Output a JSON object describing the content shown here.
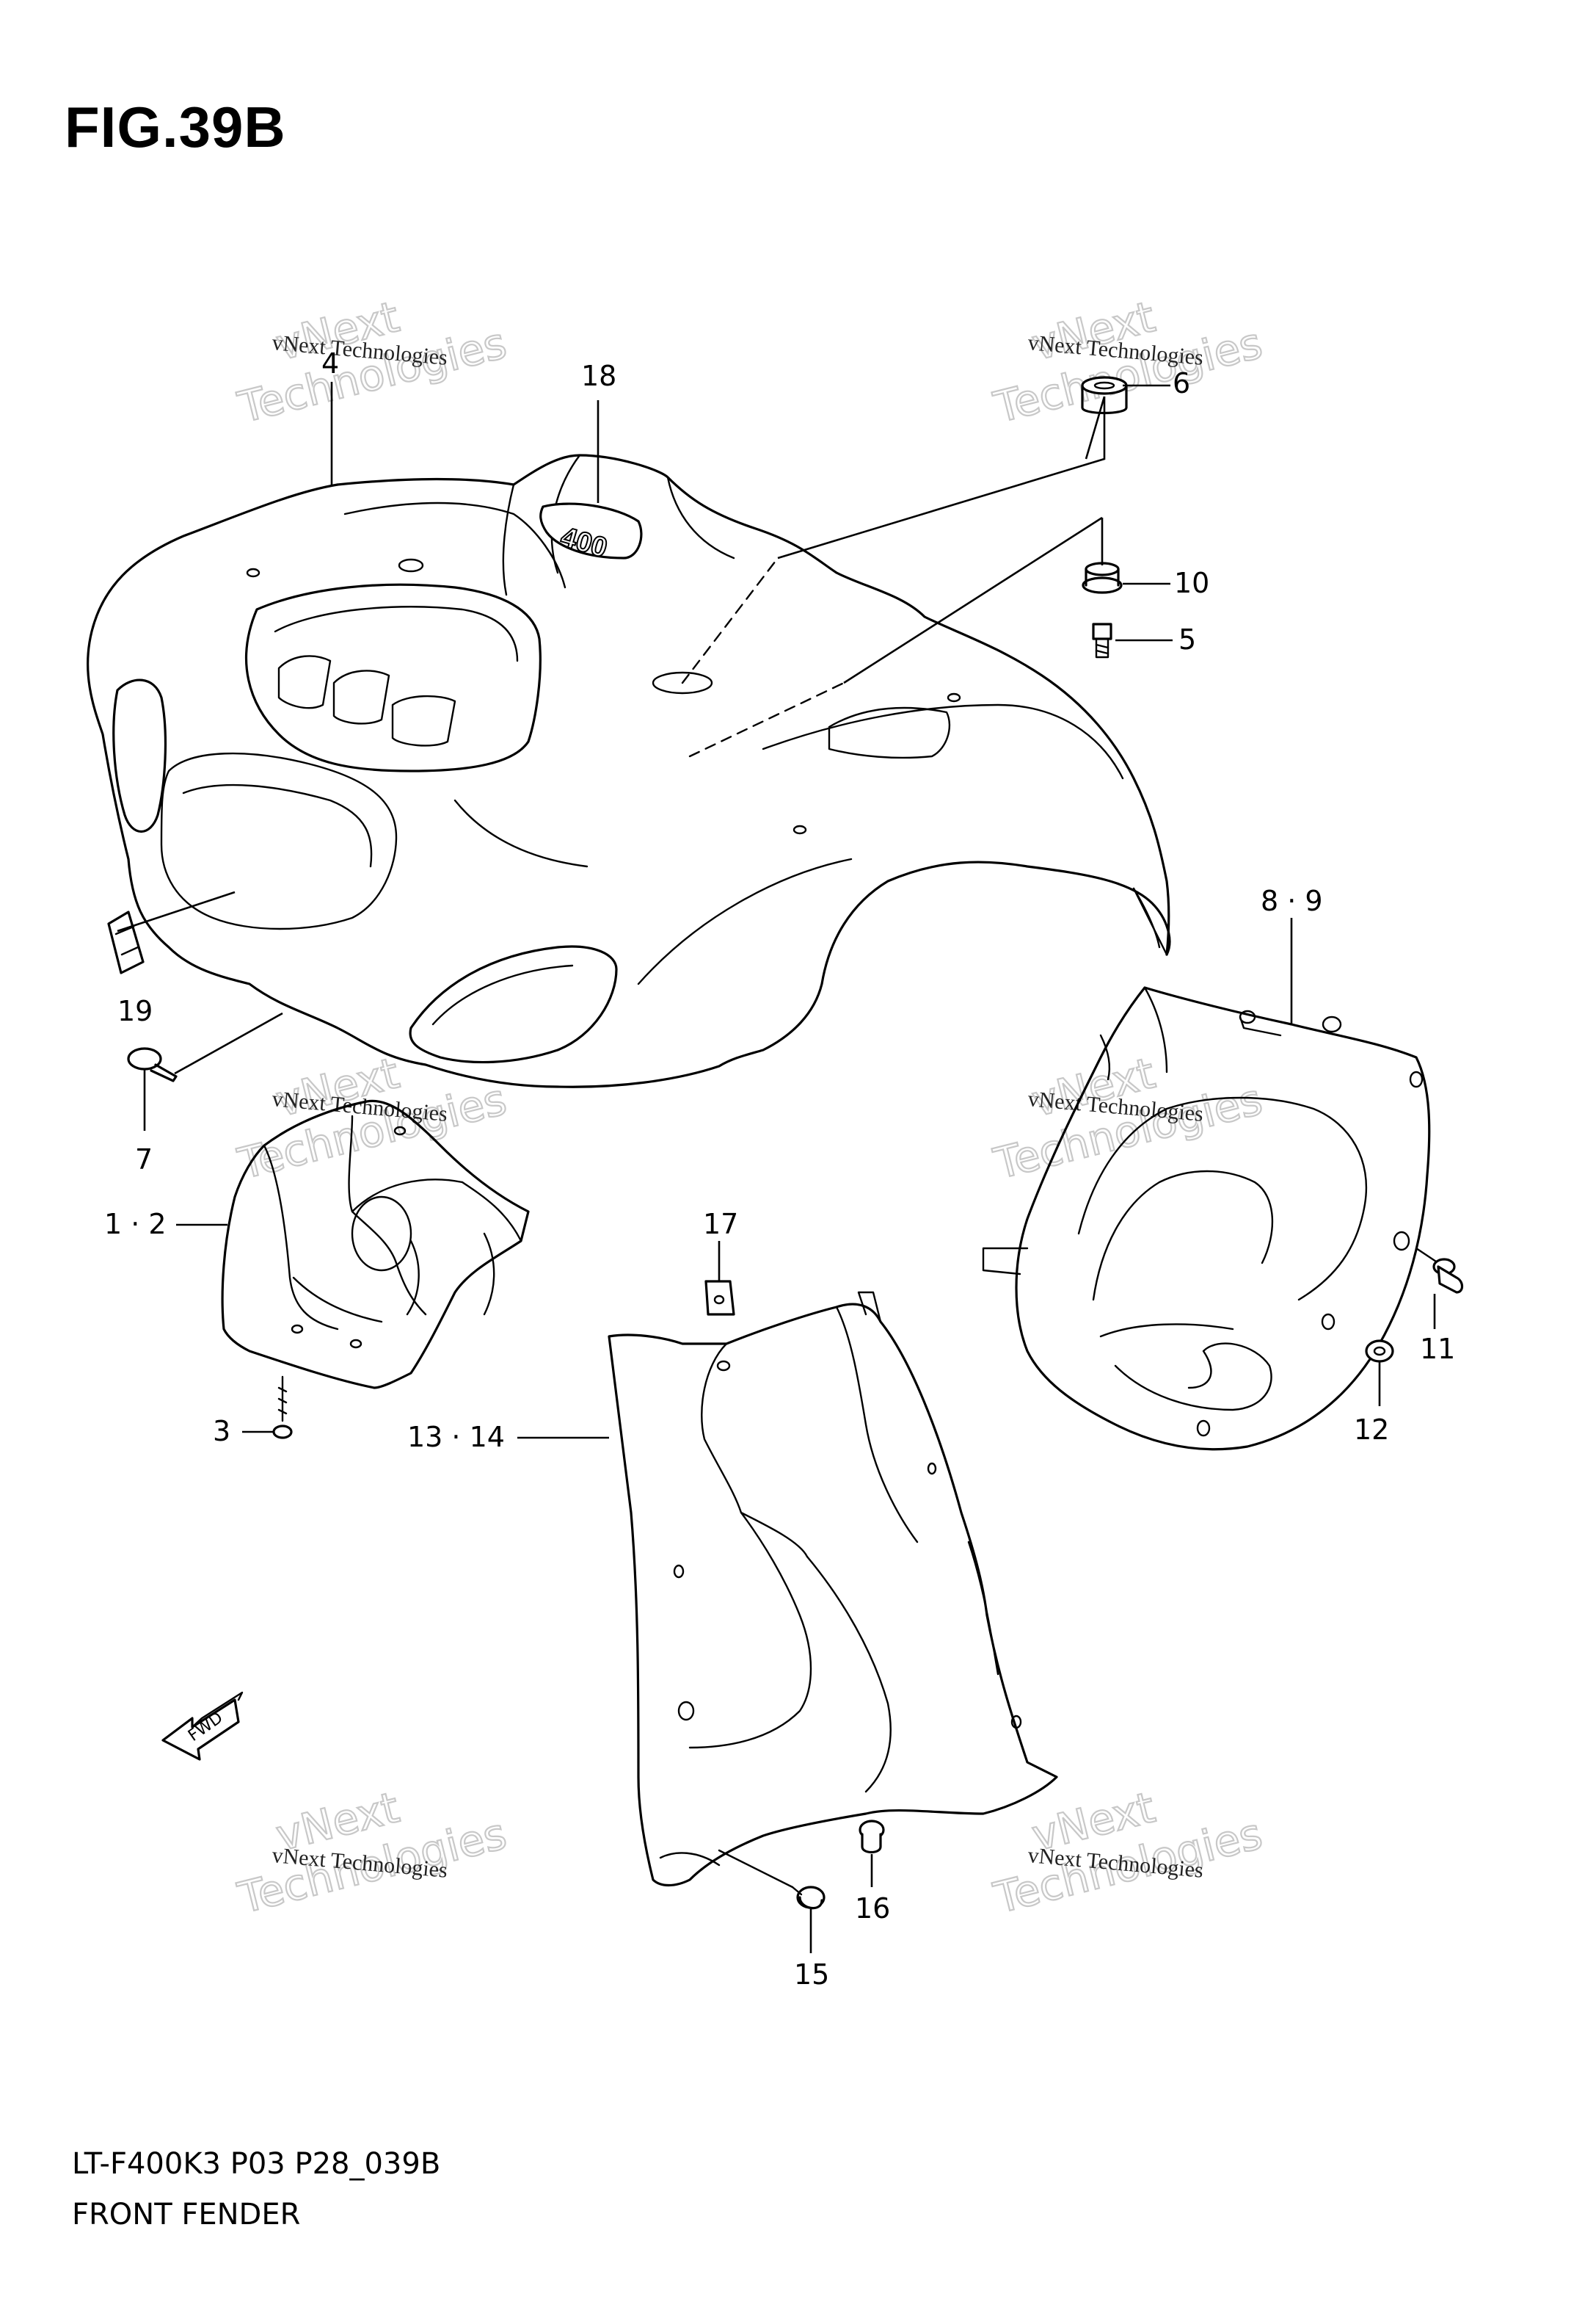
{
  "figure": {
    "title": "FIG.39B",
    "model_code": "LT-F400K3 P03 P28_039B",
    "part_group": "FRONT FENDER"
  },
  "direction_arrow": {
    "label": "FWD"
  },
  "decal_text": "400",
  "watermark": {
    "line_small": "vNext Technologies",
    "line_big_1": "vNext",
    "line_big_2": "Technologies"
  },
  "callouts": [
    {
      "id": "c4",
      "label": "4"
    },
    {
      "id": "c18",
      "label": "18"
    },
    {
      "id": "c6",
      "label": "6"
    },
    {
      "id": "c10",
      "label": "10"
    },
    {
      "id": "c5",
      "label": "5"
    },
    {
      "id": "c19",
      "label": "19"
    },
    {
      "id": "c7",
      "label": "7"
    },
    {
      "id": "c89",
      "label": "8 · 9"
    },
    {
      "id": "c12a",
      "label": "1 · 2"
    },
    {
      "id": "c17",
      "label": "17"
    },
    {
      "id": "c3",
      "label": "3"
    },
    {
      "id": "c1314",
      "label": "13 · 14"
    },
    {
      "id": "c11",
      "label": "11"
    },
    {
      "id": "c12",
      "label": "12"
    },
    {
      "id": "c16",
      "label": "16"
    },
    {
      "id": "c15",
      "label": "15"
    }
  ],
  "colors": {
    "line": "#000000",
    "background": "#ffffff",
    "watermark_outline": "#c8c8c8"
  }
}
